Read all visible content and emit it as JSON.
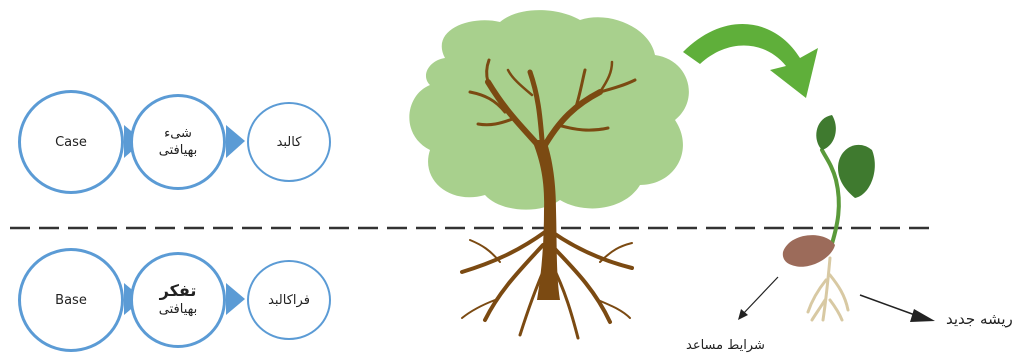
{
  "chain_top": {
    "circle_1": "Case",
    "circle_2_line1": "شیء",
    "circle_2_line2": "بهیافتی",
    "circle_3": "کالبد"
  },
  "chain_bottom": {
    "circle_1": "Base",
    "circle_2_line1": "تفکر",
    "circle_2_line2": "بهیافتی",
    "circle_3": "فراکالبد"
  },
  "labels": {
    "favorable_conditions": "شرایط مساعد",
    "new_root": "ریشه جدید"
  },
  "colors": {
    "circle_border": "#5b9bd5",
    "arrow_fill": "#5b9bd5",
    "tree_canopy": "#a8d08d",
    "trunk": "#7b4a12",
    "curved_arrow": "#5faf3a",
    "seed": "#9c6b5a",
    "sprout_leaf": "#3f7a2f",
    "sprout_root": "#d8c9a3",
    "ground_line": "#333333"
  },
  "icons": [
    "tree-icon",
    "curved-arrow-icon",
    "sprout-icon",
    "seed-icon",
    "pointer-arrow-icon"
  ]
}
